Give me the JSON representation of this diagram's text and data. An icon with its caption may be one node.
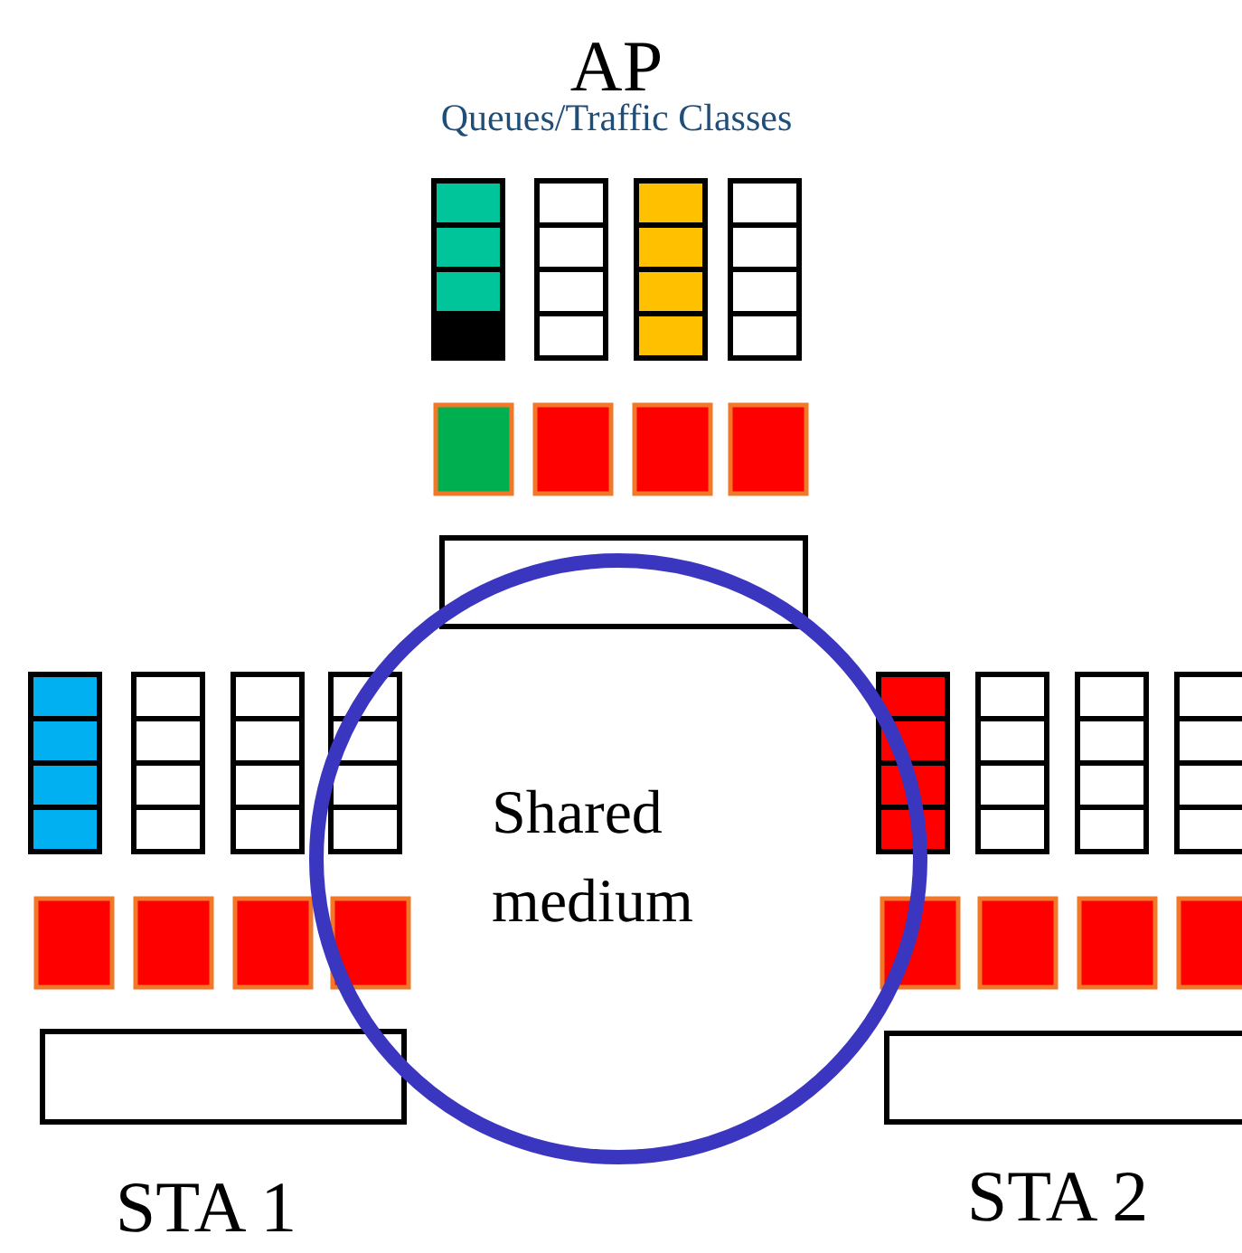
{
  "diagram": {
    "nodes": [
      {
        "text": [],
        "shape": "box"
      },
      {
        "text": [
          "Shared medium"
        ]
      },
      {
        "text": [],
        "shape": "box"
      },
      {
        "text": [],
        "shape": "box"
      }
    ],
    "labels": [
      "AP",
      "Queues/Traffic Classes",
      "STA 1",
      "STA 2"
    ]
  }
}
